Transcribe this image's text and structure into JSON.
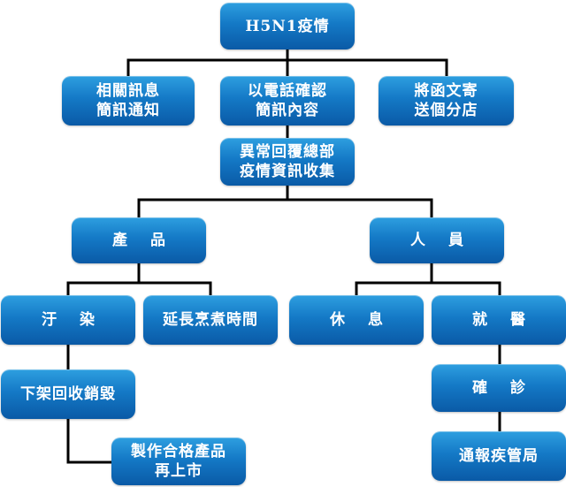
{
  "diagram": {
    "root": "H5N1疫情",
    "notify_sms": [
      "相關訊息",
      "簡訊通知"
    ],
    "phone_confirm": [
      "以電話確認",
      "簡訊內容"
    ],
    "mail_stores": [
      "將函文寄",
      "送個分店"
    ],
    "collect": [
      "異常回覆總部",
      "疫情資訊收集"
    ],
    "product": "產 品",
    "staff": "人 員",
    "contamination": "汙 染",
    "extend_cooking": "延長烹煮時間",
    "rest": "休 息",
    "medical": "就 醫",
    "recall": "下架回收銷毀",
    "remake": [
      "製作合格產品",
      "再上市"
    ],
    "diagnosis": "確 診",
    "report": "通報疾管局"
  },
  "colors": {
    "node_fill": "#1479c6",
    "line": "#000000"
  }
}
